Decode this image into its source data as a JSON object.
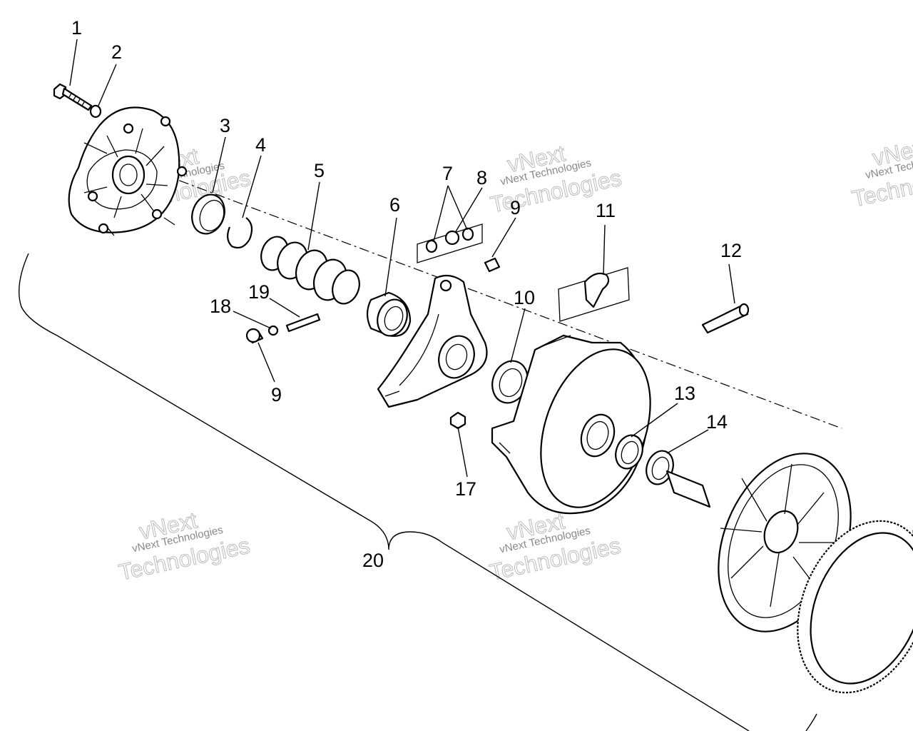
{
  "callouts": [
    "1",
    "2",
    "3",
    "4",
    "5",
    "6",
    "7",
    "8",
    "9",
    "9",
    "10",
    "11",
    "12",
    "13",
    "14",
    "17",
    "18",
    "19",
    "20"
  ],
  "watermark": {
    "line1": "vNext Technologies",
    "line2": "Technologies",
    "line3": "vNext"
  }
}
